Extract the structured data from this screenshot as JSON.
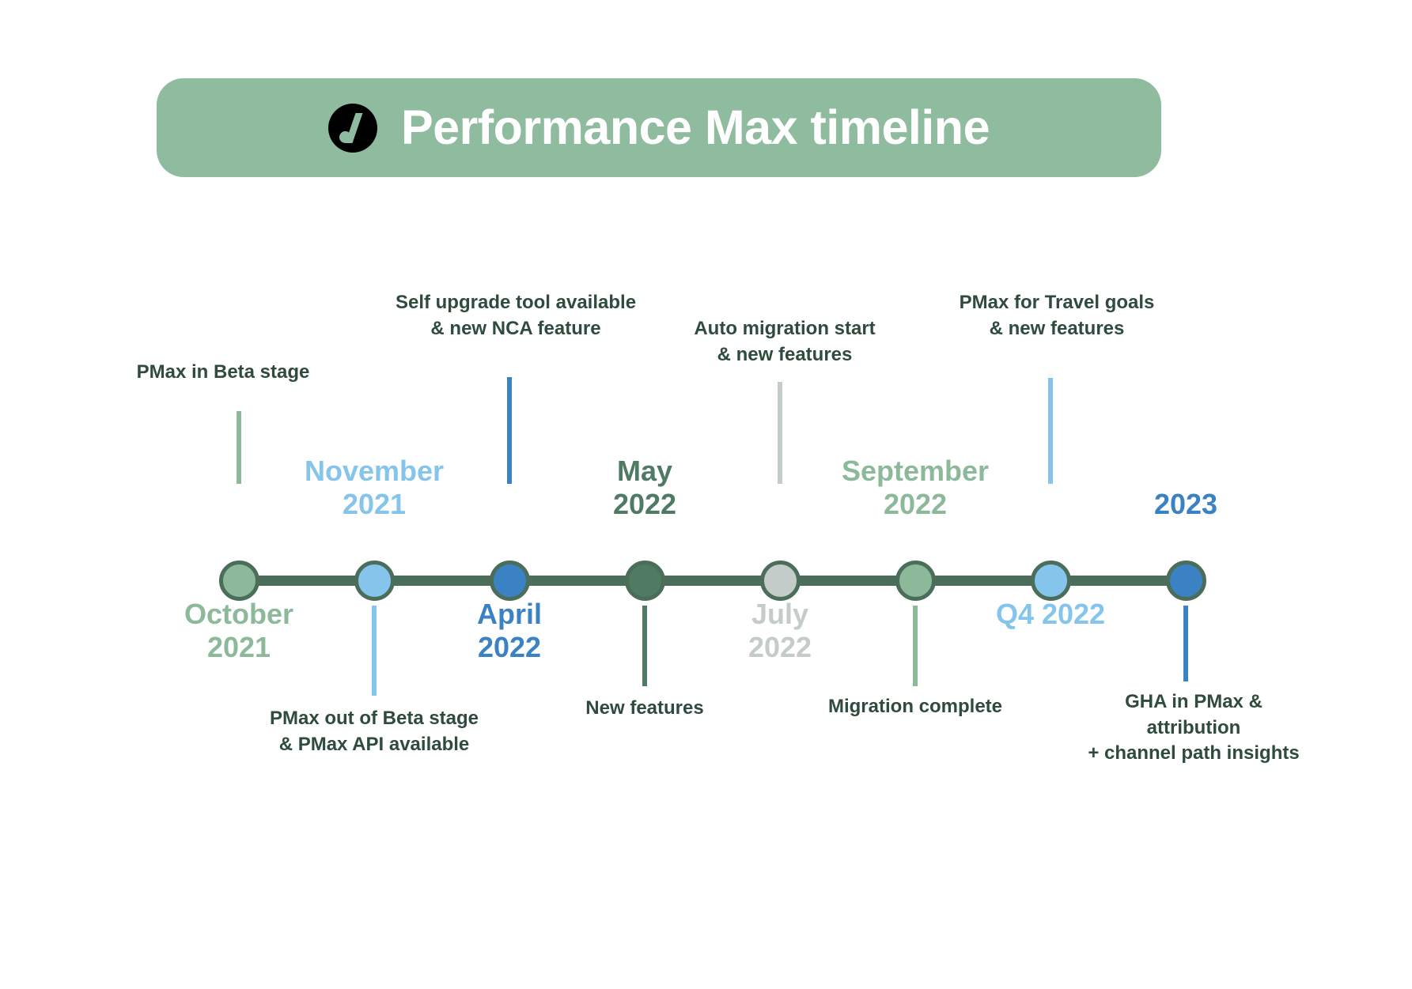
{
  "header": {
    "title": "Performance Max timeline",
    "logo_icon": "ads-circle-logo-icon",
    "banner_color": "#8FBC9F",
    "title_color": "#FFFFFF",
    "logo_color": "#000000"
  },
  "timeline": {
    "axis_color": "#4A6E5A",
    "caption_color": "#2E4B3C",
    "milestones": [
      {
        "id": "october-2021",
        "period": "October\n2021",
        "caption": "PMax in Beta stage",
        "color": "#8CB99A",
        "period_side": "below",
        "caption_side": "above"
      },
      {
        "id": "november-2021",
        "period": "November\n2021",
        "caption": "PMax out of Beta stage\n& PMax API available",
        "color": "#85C5EC",
        "period_side": "above",
        "caption_side": "below"
      },
      {
        "id": "april-2022",
        "period": "April\n2022",
        "caption": "Self upgrade tool available\n& new NCA feature",
        "color": "#3B82C4",
        "period_side": "below",
        "caption_side": "above"
      },
      {
        "id": "may-2022",
        "period": "May\n2022",
        "caption": "New features",
        "color": "#4F7A63",
        "period_side": "above",
        "caption_side": "below"
      },
      {
        "id": "july-2022",
        "period": "July\n2022",
        "caption": "Auto migration start\n& new features",
        "color": "#C4CCCA",
        "period_side": "below",
        "caption_side": "above"
      },
      {
        "id": "september-2022",
        "period": "September\n2022",
        "caption": "Migration complete",
        "color": "#8CB99A",
        "period_side": "above",
        "caption_side": "below"
      },
      {
        "id": "q4-2022",
        "period": "Q4 2022",
        "caption": "PMax for Travel goals\n& new features",
        "color": "#85C5EC",
        "period_side": "below",
        "caption_side": "above"
      },
      {
        "id": "2023",
        "period": "2023",
        "caption": "GHA in PMax & attribution\n+ channel path insights",
        "color": "#3B82C4",
        "period_side": "above",
        "caption_side": "below"
      }
    ]
  }
}
